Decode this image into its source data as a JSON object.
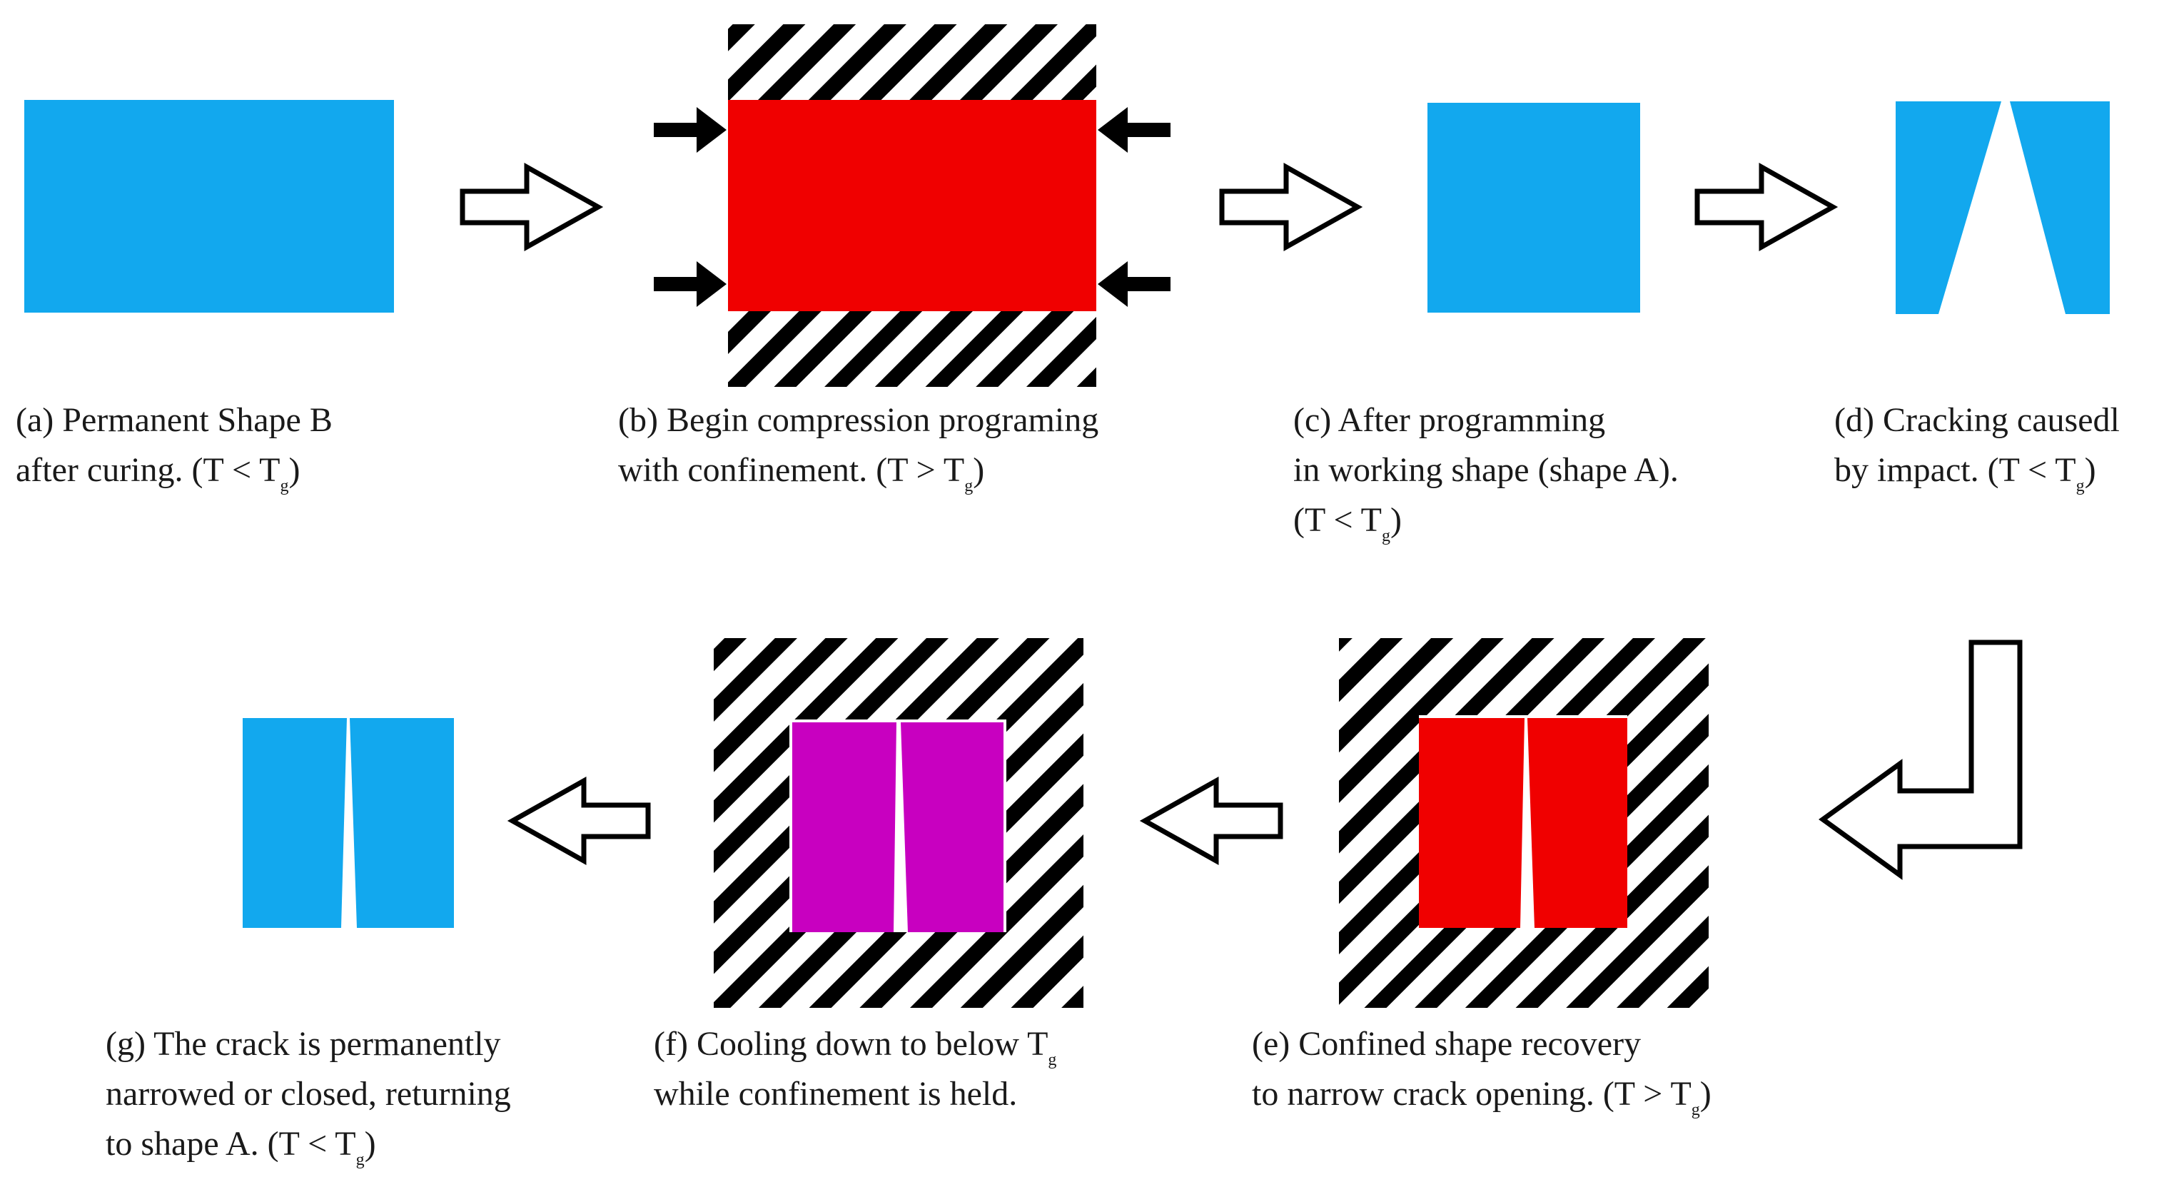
{
  "colors": {
    "specimen_cool": "#12a8ee",
    "specimen_hot": "#f00000",
    "specimen_cooling": "#c800c0",
    "hatch": "#000000",
    "arrow_outline": "#000000",
    "background": "#ffffff"
  },
  "panels": {
    "a": {
      "line1": "(a)  Permanent Shape B",
      "line2_text": "after curing. (T < T",
      "line2_sub": "g",
      "line2_end": ")"
    },
    "b": {
      "line1": "(b)  Begin compression programing",
      "line2_text": "with confinement. (T > T",
      "line2_sub": "g",
      "line2_end": ")"
    },
    "c": {
      "line1": "(c)  After programming",
      "line2": "in working shape (shape A).",
      "line3_text": "(T < T",
      "line3_sub": "g",
      "line3_end": ")"
    },
    "d": {
      "line1": "(d)  Cracking causedl",
      "line2_text": "by impact. (T < T",
      "line2_sub": "g",
      "line2_end": ")"
    },
    "e": {
      "line1": "(e)  Confined shape recovery",
      "line2_text": "to narrow crack opening. (T > T",
      "line2_sub": "g",
      "line2_end": ")"
    },
    "f": {
      "line1_text": "(f)  Cooling down to below T",
      "line1_sub": "g",
      "line2": "while confinement is held."
    },
    "g": {
      "line1": "(g) The crack is permanently",
      "line2": "narrowed or closed, returning",
      "line3_text": "to shape A. (T < T",
      "line3_sub": "g",
      "line3_end": ")"
    }
  }
}
